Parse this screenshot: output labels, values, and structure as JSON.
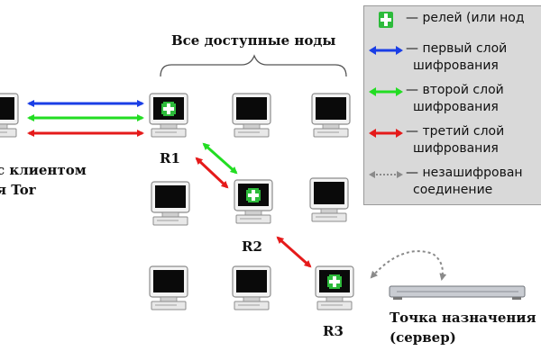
{
  "top_label": "Все доступные ноды",
  "client_label": [
    "с клиентом",
    "я Tor"
  ],
  "relay_labels": [
    "R1",
    "R2",
    "R3"
  ],
  "destination_label": [
    "Точка назначения",
    "(сервер)"
  ],
  "legend": [
    {
      "text": [
        "— релей (или нод"
      ],
      "icon": "green-cross-icon",
      "color": "#2dbb3b"
    },
    {
      "text": [
        "— первый слой",
        "шифрования"
      ],
      "icon": "blue-arrow-icon",
      "color": "#1a3ee6"
    },
    {
      "text": [
        "— второй слой",
        "шифрования"
      ],
      "icon": "green-arrow-icon",
      "color": "#22dd22"
    },
    {
      "text": [
        "— третий слой",
        "шифрования"
      ],
      "icon": "red-arrow-icon",
      "color": "#e51a1a"
    },
    {
      "text": [
        "— незашифрован",
        "соединение"
      ],
      "icon": "gray-dotted-arrow-icon",
      "color": "#8a8a8a"
    }
  ]
}
